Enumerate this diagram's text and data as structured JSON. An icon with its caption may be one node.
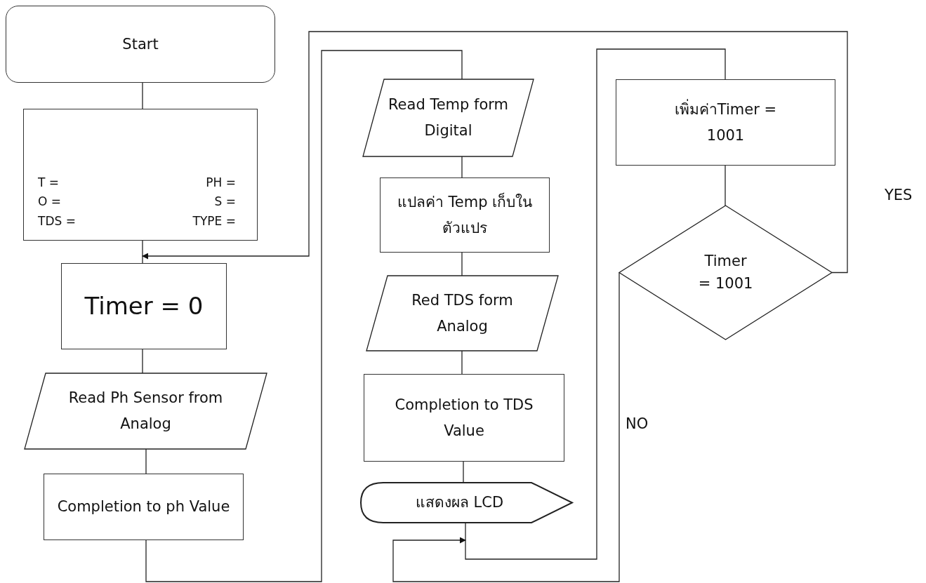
{
  "diagram": {
    "nodes": [
      {
        "text": [
          "Start"
        ]
      },
      {
        "text": [
          "T =",
          "PH =",
          "O =",
          "S =",
          "TDS =",
          "TYPE ="
        ]
      },
      {
        "text": [
          "Timer = 0"
        ]
      },
      {
        "text": [
          "Read Ph Sensor from Analog"
        ]
      },
      {
        "text": [
          "Completion to ph Value"
        ]
      },
      {
        "text": [
          "Read Temp form Digital"
        ]
      },
      {
        "text": [
          "แปลค่า Temp เก็บในตัวแปร"
        ]
      },
      {
        "text": [
          "Red TDS form Analog"
        ]
      },
      {
        "text": [
          "Completion to TDS Value"
        ]
      },
      {
        "text": [
          "แสดงผล LCD"
        ]
      },
      {
        "text": [
          "เพิ่มค่าTimer = 1001"
        ]
      },
      {
        "text": [
          "Timer = 1001"
        ]
      }
    ],
    "edges": [
      {
        "from": 0,
        "to": 1,
        "arrow": "none"
      },
      {
        "from": 1,
        "to": 2,
        "arrow": "none"
      },
      {
        "from": 2,
        "to": 3,
        "arrow": "none"
      },
      {
        "from": 3,
        "to": 4,
        "arrow": "none"
      },
      {
        "from": 4,
        "to": 5,
        "arrow": "none"
      },
      {
        "from": 5,
        "to": 6,
        "arrow": "none"
      },
      {
        "from": 6,
        "to": 7,
        "arrow": "none"
      },
      {
        "from": 7,
        "to": 8,
        "arrow": "none"
      },
      {
        "from": 8,
        "to": 9,
        "arrow": "none"
      },
      {
        "from": 9,
        "to": 10,
        "arrow": "none"
      },
      {
        "from": 10,
        "to": 11,
        "arrow": "none"
      },
      {
        "from": 11,
        "to": 2,
        "arrow": "to",
        "label": "YES"
      },
      {
        "from": 11,
        "to": 9,
        "arrow": "to",
        "label": "NO"
      }
    ]
  }
}
